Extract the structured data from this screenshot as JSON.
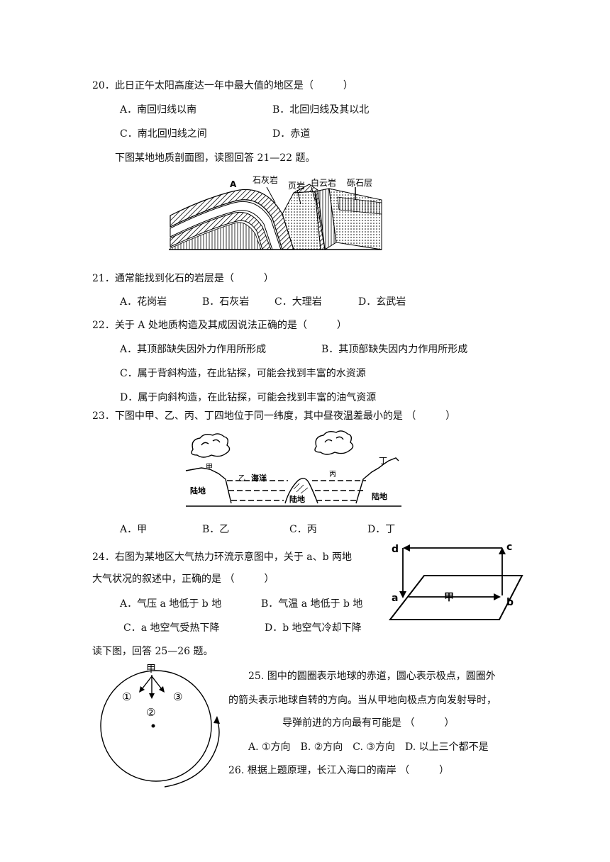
{
  "q20": {
    "stem": "20．此日正午太阳高度达一年中最大值的地区是（　　　）",
    "A": "A．南回归线以南",
    "B": "B．北回归线及其以北",
    "C": "C．南北回归线之间",
    "D": "D．赤道"
  },
  "intro_21_22": "下图某地地质剖面图，读图回答 21—22 题。",
  "geo_figure": {
    "label_a": "A",
    "label_limestone": "石灰岩",
    "label_shale": "页岩",
    "label_dolomite": "白云岩",
    "label_gravel": "砾石层"
  },
  "q21": {
    "stem": "21．通常能找到化石的岩层是（　　　）",
    "A": "A．花岗岩",
    "B": "B．石灰岩",
    "C": "C．大理岩",
    "D": "D．玄武岩"
  },
  "q22": {
    "stem": "22．关于 A 处地质构造及其成因说法正确的是（　　　）",
    "A": "A．其顶部缺失因外力作用所形成",
    "B": "B．其顶部缺失因内力作用所形成",
    "C": "C．属于背斜构造，在此钻探，可能会找到丰富的水资源",
    "D": "D．属于向斜构造，在此钻探，可能会找到丰富的油气资源"
  },
  "q23": {
    "stem": "23．下图中甲、乙、丙、丁四地位于同一纬度，其中昼夜温差最小的是 （　　　）",
    "A": "A．甲",
    "B": "B．乙",
    "C": "C．丙",
    "D": "D．丁"
  },
  "ocean_figure": {
    "jia": "甲",
    "yi": "乙",
    "bing": "丙",
    "ding": "丁",
    "ocean": "海洋",
    "land_left": "陆地",
    "land_mid": "陆地",
    "land_right": "陆地"
  },
  "q24": {
    "stem_line1": "24．右图为某地区大气热力环流示意图中，关于 a、b 两地",
    "stem_line2": "大气状况的叙述中，正确的是 （　　　）",
    "A": "A．气压 a 地低于 b 地",
    "B": "B．气温 a 地低于 b 地",
    "C": "C．a 地空气受热下降",
    "D": "D．b 地空气冷却下降"
  },
  "circulation_figure": {
    "a": "a",
    "b": "b",
    "c": "c",
    "d": "d",
    "jia": "甲"
  },
  "intro_25_26": "读下图，回答 25—26 题。",
  "earth_figure": {
    "jia": "甲",
    "d1": "①",
    "d2": "②",
    "d3": "③"
  },
  "q25": {
    "line1": "25. 图中的圆圈表示地球的赤道，圆心表示极点，圆圈外",
    "line2": "的箭头表示地球自转的方向。当从甲地向极点方向发射导时，",
    "line3": "导弹前进的方向最有可能是 （　　　）",
    "options": "A. ①方向　B. ②方向　C. ③方向　D. 以上三个都不是"
  },
  "q26": {
    "stem": "26. 根据上题原理，长江入海口的南岸 （　　　）"
  }
}
